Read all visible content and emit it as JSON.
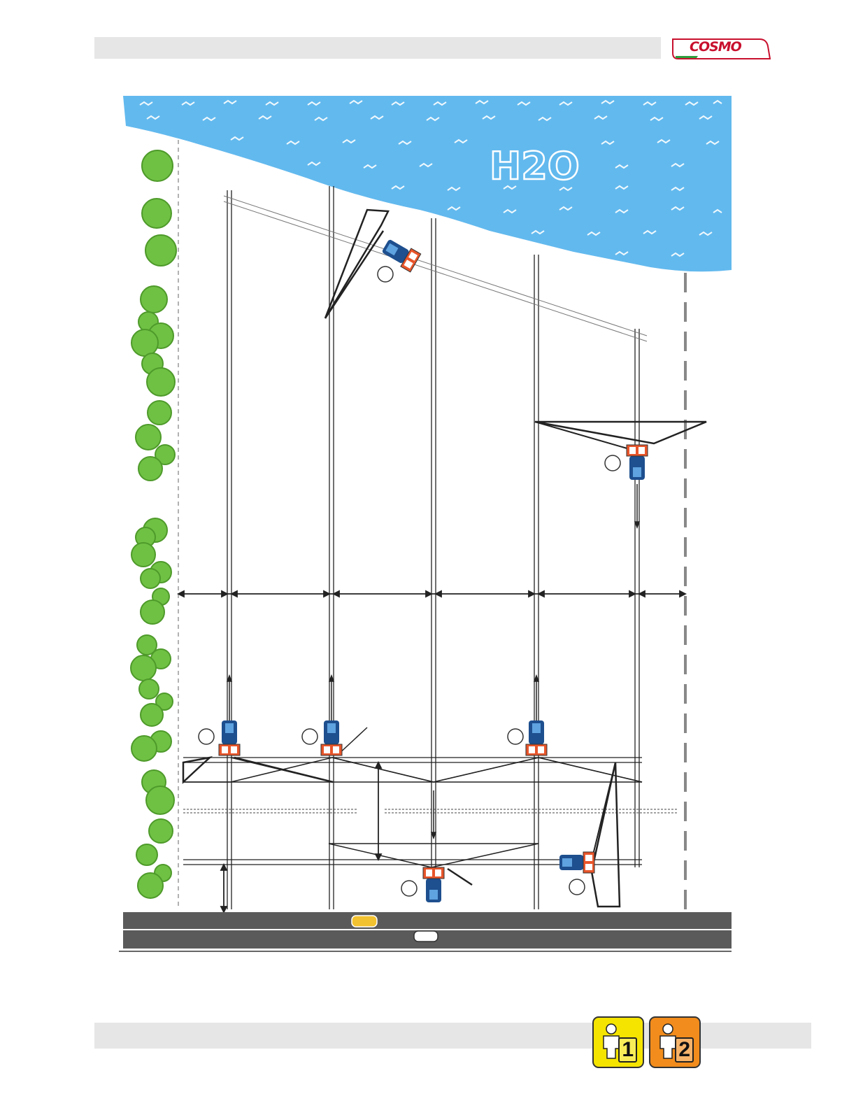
{
  "header": {
    "brand_logo_text": "COSMO"
  },
  "diagram": {
    "water_label": "H2O"
  },
  "footer": {
    "operator_badges": [
      "1",
      "2"
    ]
  },
  "colors": {
    "water": "#62b9ee",
    "trees": "#6fc144",
    "tractor": "#1e4f8e",
    "boom": "#e8552a",
    "road": "#5a5a5a",
    "badge_1": "#f5e400",
    "badge_2": "#f28c1c"
  },
  "icons": [
    "tree-icon",
    "tractor-icon",
    "car-icon",
    "operator-icon"
  ]
}
